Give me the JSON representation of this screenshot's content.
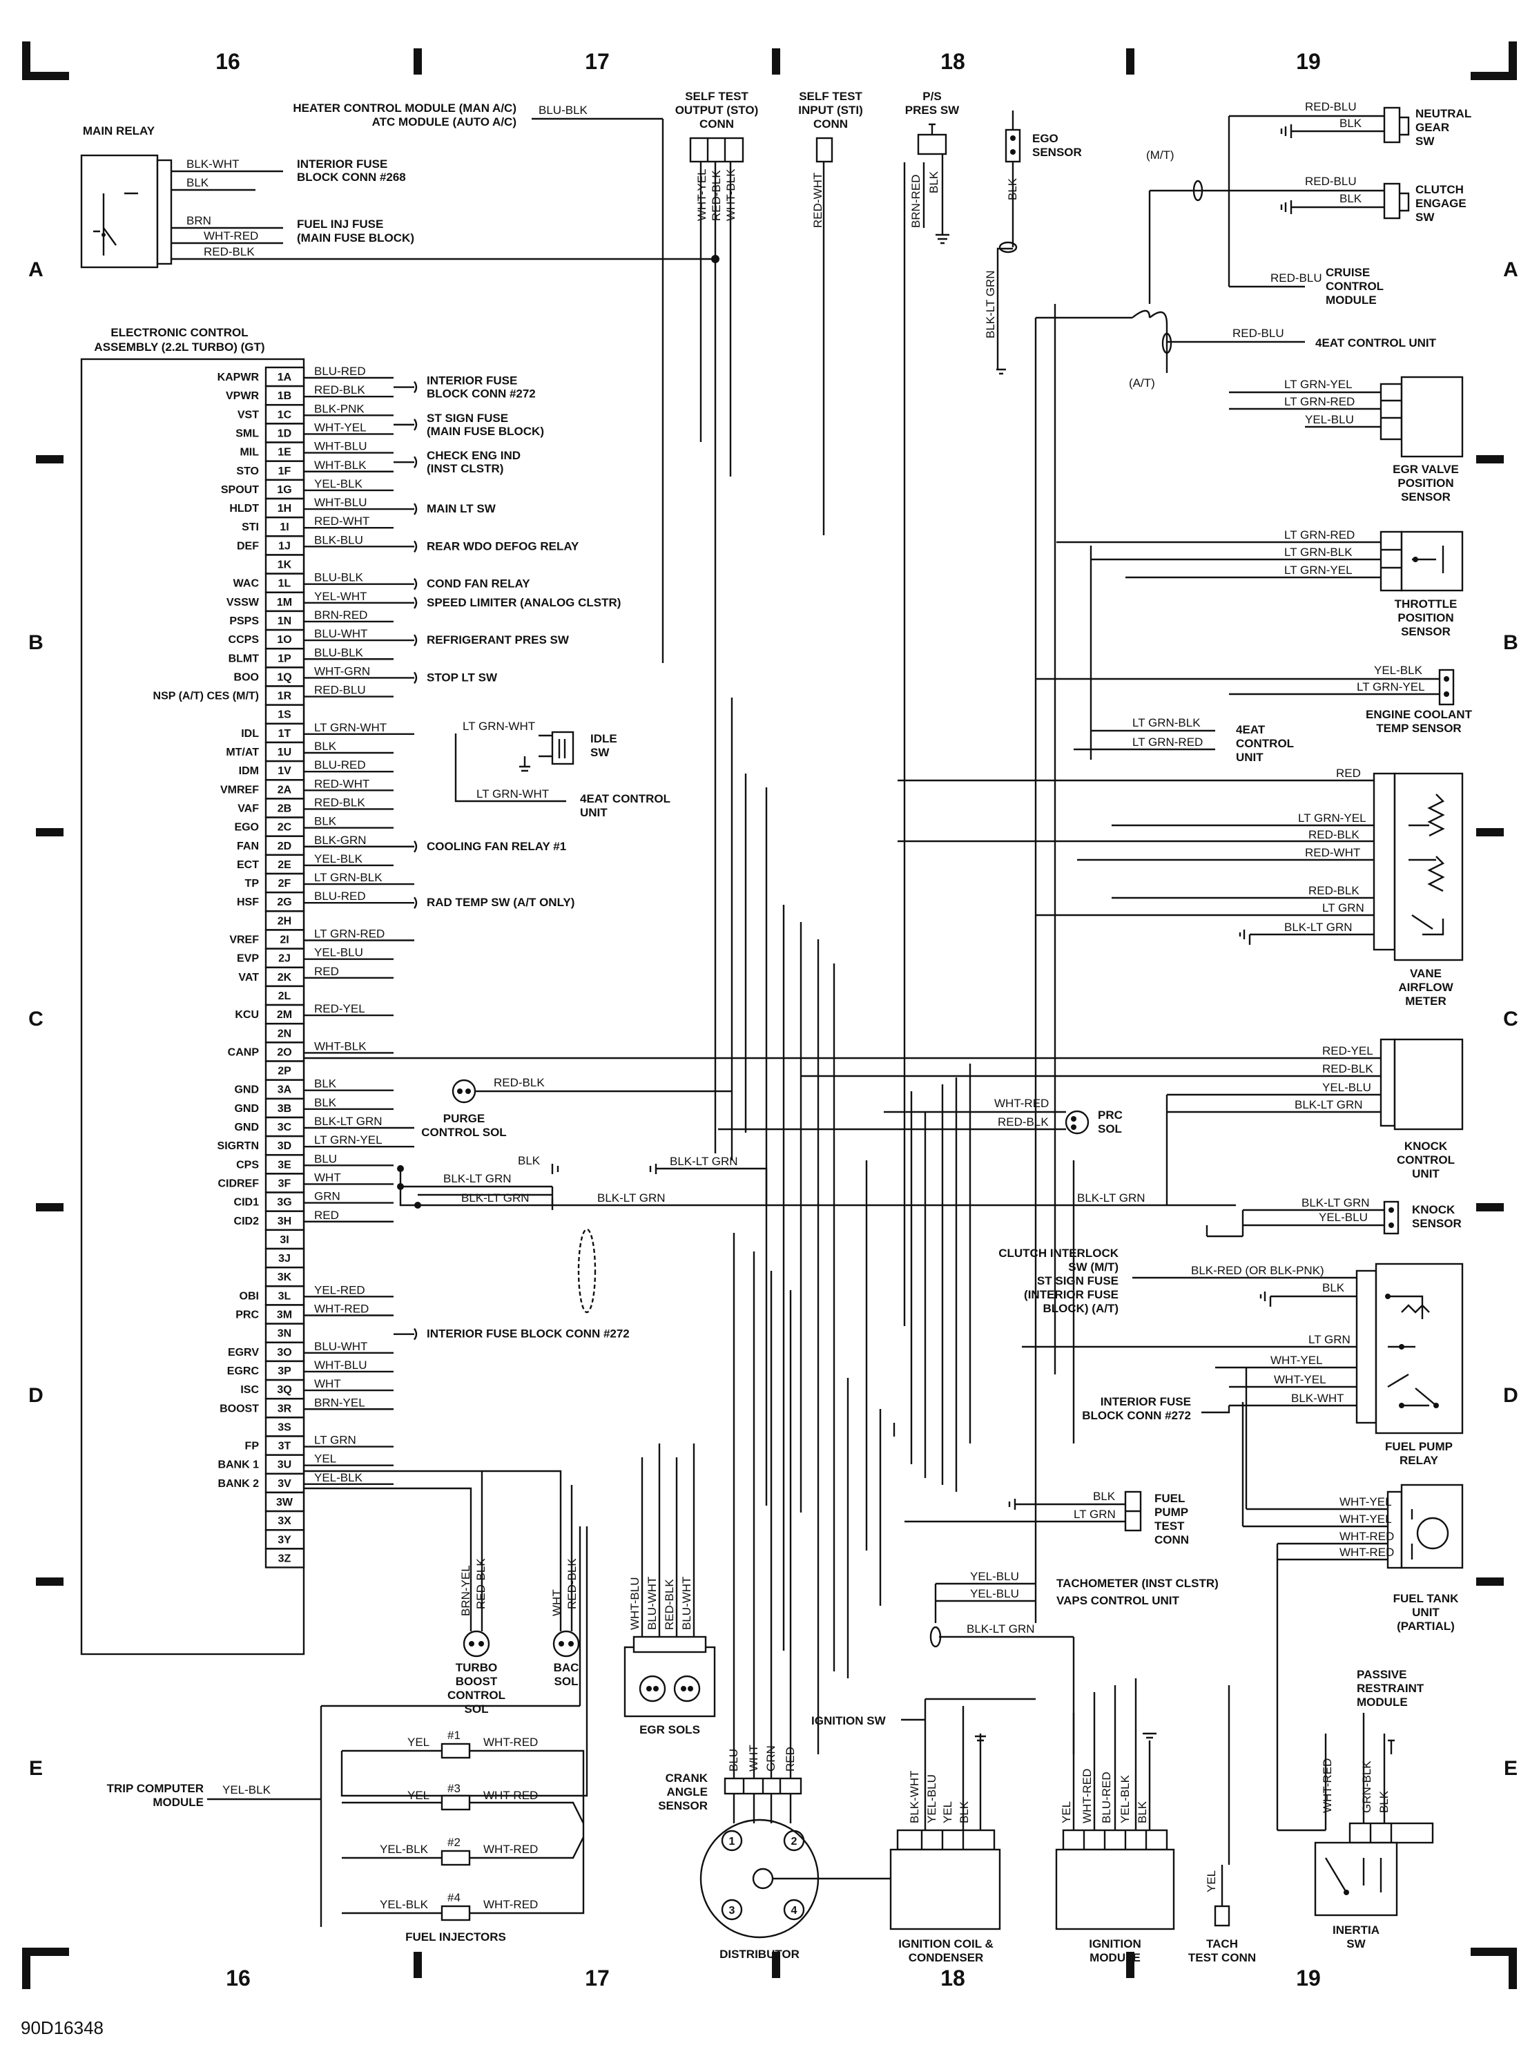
{
  "column_numbers": [
    "16",
    "17",
    "18",
    "19"
  ],
  "row_letters": [
    "A",
    "B",
    "C",
    "D",
    "E"
  ],
  "diagram_id": "90D16348",
  "ecu": {
    "title_line1": "ELECTRONIC CONTROL",
    "title_line2": "ASSEMBLY (2.2L TURBO) (GT)",
    "pins": [
      {
        "pin": "1A",
        "signal": "KAPWR",
        "wire": "BLU-RED"
      },
      {
        "pin": "1B",
        "signal": "VPWR",
        "wire": "RED-BLK"
      },
      {
        "pin": "1C",
        "signal": "VST",
        "wire": "BLK-PNK"
      },
      {
        "pin": "1D",
        "signal": "SML",
        "wire": "WHT-YEL"
      },
      {
        "pin": "1E",
        "signal": "MIL",
        "wire": "WHT-BLU"
      },
      {
        "pin": "1F",
        "signal": "STO",
        "wire": "WHT-BLK"
      },
      {
        "pin": "1G",
        "signal": "SPOUT",
        "wire": "YEL-BLK"
      },
      {
        "pin": "1H",
        "signal": "HLDT",
        "wire": "WHT-BLU"
      },
      {
        "pin": "1I",
        "signal": "STI",
        "wire": "RED-WHT"
      },
      {
        "pin": "1J",
        "signal": "DEF",
        "wire": "BLK-BLU"
      },
      {
        "pin": "1K",
        "signal": "",
        "wire": ""
      },
      {
        "pin": "1L",
        "signal": "WAC",
        "wire": "BLU-BLK"
      },
      {
        "pin": "1M",
        "signal": "VSSW",
        "wire": "YEL-WHT"
      },
      {
        "pin": "1N",
        "signal": "PSPS",
        "wire": "BRN-RED"
      },
      {
        "pin": "1O",
        "signal": "CCPS",
        "wire": "BLU-WHT"
      },
      {
        "pin": "1P",
        "signal": "BLMT",
        "wire": "BLU-BLK"
      },
      {
        "pin": "1Q",
        "signal": "BOO",
        "wire": "WHT-GRN"
      },
      {
        "pin": "1R",
        "signal": "NSP (A/T) CES (M/T)",
        "wire": "RED-BLU"
      },
      {
        "pin": "1S",
        "signal": "",
        "wire": ""
      },
      {
        "pin": "1T",
        "signal": "IDL",
        "wire": "LT GRN-WHT"
      },
      {
        "pin": "1U",
        "signal": "MT/AT",
        "wire": "BLK"
      },
      {
        "pin": "1V",
        "signal": "IDM",
        "wire": "BLU-RED"
      },
      {
        "pin": "2A",
        "signal": "VMREF",
        "wire": "RED-WHT"
      },
      {
        "pin": "2B",
        "signal": "VAF",
        "wire": "RED-BLK"
      },
      {
        "pin": "2C",
        "signal": "EGO",
        "wire": "BLK"
      },
      {
        "pin": "2D",
        "signal": "FAN",
        "wire": "BLK-GRN"
      },
      {
        "pin": "2E",
        "signal": "ECT",
        "wire": "YEL-BLK"
      },
      {
        "pin": "2F",
        "signal": "TP",
        "wire": "LT GRN-BLK"
      },
      {
        "pin": "2G",
        "signal": "HSF",
        "wire": "BLU-RED"
      },
      {
        "pin": "2H",
        "signal": "",
        "wire": ""
      },
      {
        "pin": "2I",
        "signal": "VREF",
        "wire": "LT GRN-RED"
      },
      {
        "pin": "2J",
        "signal": "EVP",
        "wire": "YEL-BLU"
      },
      {
        "pin": "2K",
        "signal": "VAT",
        "wire": "RED"
      },
      {
        "pin": "2L",
        "signal": "",
        "wire": ""
      },
      {
        "pin": "2M",
        "signal": "KCU",
        "wire": "RED-YEL"
      },
      {
        "pin": "2N",
        "signal": "",
        "wire": ""
      },
      {
        "pin": "2O",
        "signal": "CANP",
        "wire": "WHT-BLK"
      },
      {
        "pin": "2P",
        "signal": "",
        "wire": ""
      },
      {
        "pin": "3A",
        "signal": "GND",
        "wire": "BLK"
      },
      {
        "pin": "3B",
        "signal": "GND",
        "wire": "BLK"
      },
      {
        "pin": "3C",
        "signal": "GND",
        "wire": "BLK-LT GRN"
      },
      {
        "pin": "3D",
        "signal": "SIGRTN",
        "wire": "LT GRN-YEL"
      },
      {
        "pin": "3E",
        "signal": "CPS",
        "wire": "BLU"
      },
      {
        "pin": "3F",
        "signal": "CIDREF",
        "wire": "WHT"
      },
      {
        "pin": "3G",
        "signal": "CID1",
        "wire": "GRN"
      },
      {
        "pin": "3H",
        "signal": "CID2",
        "wire": "RED"
      },
      {
        "pin": "3I",
        "signal": "",
        "wire": ""
      },
      {
        "pin": "3J",
        "signal": "",
        "wire": ""
      },
      {
        "pin": "3K",
        "signal": "",
        "wire": ""
      },
      {
        "pin": "3L",
        "signal": "OBI",
        "wire": "YEL-RED"
      },
      {
        "pin": "3M",
        "signal": "PRC",
        "wire": "WHT-RED"
      },
      {
        "pin": "3N",
        "signal": "",
        "wire": ""
      },
      {
        "pin": "3O",
        "signal": "EGRV",
        "wire": "BLU-WHT"
      },
      {
        "pin": "3P",
        "signal": "EGRC",
        "wire": "WHT-BLU"
      },
      {
        "pin": "3Q",
        "signal": "ISC",
        "wire": "WHT"
      },
      {
        "pin": "3R",
        "signal": "BOOST",
        "wire": "BRN-YEL"
      },
      {
        "pin": "3S",
        "signal": "",
        "wire": ""
      },
      {
        "pin": "3T",
        "signal": "FP",
        "wire": "LT GRN"
      },
      {
        "pin": "3U",
        "signal": "BANK 1",
        "wire": "YEL"
      },
      {
        "pin": "3V",
        "signal": "BANK 2",
        "wire": "YEL-BLK"
      },
      {
        "pin": "3W",
        "signal": "",
        "wire": ""
      },
      {
        "pin": "3X",
        "signal": "",
        "wire": ""
      },
      {
        "pin": "3Y",
        "signal": "",
        "wire": ""
      },
      {
        "pin": "3Z",
        "signal": "",
        "wire": ""
      }
    ],
    "pin_destinations": {
      "1A_1B": "INTERIOR FUSE BLOCK CONN #272",
      "1C_1D": "ST SIGN FUSE (MAIN FUSE BLOCK)",
      "1E_1F": "CHECK ENG IND (INST CLSTR)",
      "1H": "MAIN LT SW",
      "1J": "REAR WDO DEFOG RELAY",
      "1L": "COND FAN RELAY",
      "1M": "SPEED LIMITER (ANALOG CLSTR)",
      "1O": "REFRIGERANT PRES SW",
      "1Q": "STOP LT SW",
      "2D": "COOLING FAN RELAY #1",
      "2G": "RAD TEMP SW (A/T ONLY)",
      "3L": "INTERIOR FUSE BLOCK CONN #272"
    }
  },
  "labels": {
    "main_relay": "MAIN RELAY",
    "main_relay_wires": [
      "BLK-WHT",
      "BLK",
      "BRN",
      "WHT-RED",
      "RED-BLK"
    ],
    "interior_fuse_268": "INTERIOR FUSE BLOCK CONN #268",
    "fuel_inj_fuse": "FUEL INJ FUSE (MAIN FUSE BLOCK)",
    "heater_control_1": "HEATER CONTROL MODULE (MAN A/C)",
    "heater_control_2": "ATC MODULE (AUTO A/C)",
    "heater_wire": "BLU-BLK",
    "self_test_output": "SELF TEST OUTPUT (STO) CONN",
    "self_test_output_wires": [
      "WHT-YEL",
      "RED-BLK",
      "WHT-BLK"
    ],
    "self_test_input": "SELF TEST INPUT (STI) CONN",
    "self_test_input_wire": "RED-WHT",
    "ps_pres_sw": "P/S PRES SW",
    "ps_wires": [
      "BRN-RED",
      "BLK"
    ],
    "ego_sensor": "EGO SENSOR",
    "ego_wires": [
      "BLK",
      "BLK-LT GRN"
    ],
    "neutral_gear_sw": "NEUTRAL GEAR SW",
    "clutch_engage_sw": "CLUTCH ENGAGE SW",
    "cruise_control_module": "CRUISE CONTROL MODULE",
    "eat_control_unit_top": "4EAT CONTROL UNIT",
    "mt": "(M/T)",
    "at": "(A/T)",
    "red_blu": "RED-BLU",
    "blk": "BLK",
    "egr_valve_position_sensor": "EGR VALVE POSITION SENSOR",
    "egr_wires": [
      "LT GRN-YEL",
      "LT GRN-RED",
      "YEL-BLU"
    ],
    "throttle_position_sensor": "THROTTLE POSITION SENSOR",
    "tps_wires": [
      "LT GRN-RED",
      "LT GRN-BLK",
      "LT GRN-YEL"
    ],
    "engine_coolant_temp_sensor": "ENGINE COOLANT TEMP SENSOR",
    "ect_wires": [
      "YEL-BLK",
      "LT GRN-YEL"
    ],
    "eat_control_unit_mid": "4EAT CONTROL UNIT",
    "eat_mid_wires": [
      "LT GRN-BLK",
      "LT GRN-RED"
    ],
    "idle_sw": "IDLE SW",
    "idle_wire": "LT GRN-WHT",
    "eat_control_unit_low": "4EAT CONTROL UNIT",
    "vane_airflow_meter": "VANE AIRFLOW METER",
    "vam_wires": [
      "RED",
      "LT GRN-YEL",
      "RED-BLK",
      "RED-WHT",
      "RED-BLK",
      "LT GRN",
      "BLK-LT GRN"
    ],
    "purge_control_sol": "PURGE CONTROL SOL",
    "purge_wire": "RED-BLK",
    "knock_control_unit": "KNOCK CONTROL UNIT",
    "kcu_wires": [
      "RED-YEL",
      "RED-BLK",
      "YEL-BLU",
      "BLK-LT GRN"
    ],
    "prc_sol": "PRC SOL",
    "prc_wires": [
      "WHT-RED",
      "RED-BLK"
    ],
    "knock_sensor": "KNOCK SENSOR",
    "knock_wires": [
      "BLK-LT GRN",
      "YEL-BLU"
    ],
    "blk_lt_grn": "BLK-LT GRN",
    "clutch_interlock_1": "CLUTCH INTERLOCK",
    "clutch_interlock_2": "SW (M/T)",
    "clutch_interlock_3": "ST SIGN FUSE",
    "clutch_interlock_4": "(INTERIOR FUSE",
    "clutch_interlock_5": "BLOCK) (A/T)",
    "fpr_wires": [
      "BLK-RED (OR BLK-PNK)",
      "BLK",
      "LT GRN",
      "WHT-YEL",
      "WHT-YEL",
      "BLK-WHT"
    ],
    "fuel_pump_relay": "FUEL PUMP RELAY",
    "interior_fuse_272": "INTERIOR FUSE BLOCK CONN #272",
    "fuel_pump_test_conn": "FUEL PUMP TEST CONN",
    "fptc_wires": [
      "BLK",
      "LT GRN"
    ],
    "fuel_tank_unit": "FUEL TANK UNIT (PARTIAL)",
    "ftu_wires": [
      "WHT-YEL",
      "WHT-YEL",
      "WHT-RED",
      "WHT-RED"
    ],
    "tachometer": "TACHOMETER (INST CLSTR)",
    "vaps": "VAPS CONTROL UNIT",
    "tach_wires": [
      "YEL-BLU",
      "YEL-BLU",
      "BLK-LT GRN"
    ],
    "passive_restraint": "PASSIVE RESTRAINT MODULE",
    "turbo_boost": "TURBO BOOST CONTROL SOL",
    "turbo_wires": [
      "BRN-YEL",
      "RED-BLK"
    ],
    "bac_sol": "BAC SOL",
    "bac_wires": [
      "WHT",
      "RED-BLK"
    ],
    "egr_sols": "EGR SOLS",
    "egr_sol_wires": [
      "WHT-BLU",
      "BLU-WHT",
      "RED-BLK",
      "BLU-WHT"
    ],
    "trip_computer": "TRIP COMPUTER MODULE",
    "trip_wire": "YEL-BLK",
    "fuel_injectors": "FUEL INJECTORS",
    "injectors": [
      {
        "num": "#1",
        "left": "YEL",
        "right": "WHT-RED"
      },
      {
        "num": "#3",
        "left": "YEL",
        "right": "WHT-RED"
      },
      {
        "num": "#2",
        "left": "YEL-BLK",
        "right": "WHT-RED"
      },
      {
        "num": "#4",
        "left": "YEL-BLK",
        "right": "WHT-RED"
      }
    ],
    "crank_angle_sensor": "CRANK ANGLE SENSOR",
    "dist_wires": [
      "BLU",
      "WHT",
      "GRN",
      "RED"
    ],
    "distributor": "DISTRIBUTOR",
    "ignition_sw": "IGNITION SW",
    "ign_coil": "IGNITION COIL & CONDENSER",
    "coil_wires": [
      "BLK-WHT",
      "YEL-BLU",
      "YEL",
      "BLK"
    ],
    "ign_module": "IGNITION MODULE",
    "mod_wires": [
      "YEL",
      "WHT-RED",
      "BLU-RED",
      "YEL-BLK",
      "BLK"
    ],
    "tach_test_conn": "TACH TEST CONN",
    "tach_test_wire": "YEL",
    "inertia_sw": "INERTIA SW",
    "inertia_wires": [
      "WHT-RED",
      "GRN-BLK",
      "BLK"
    ],
    "gnd_wires": [
      "BLK",
      "BLK-LT GRN",
      "BLK-LT GRN",
      "BLK-LT GRN"
    ]
  }
}
